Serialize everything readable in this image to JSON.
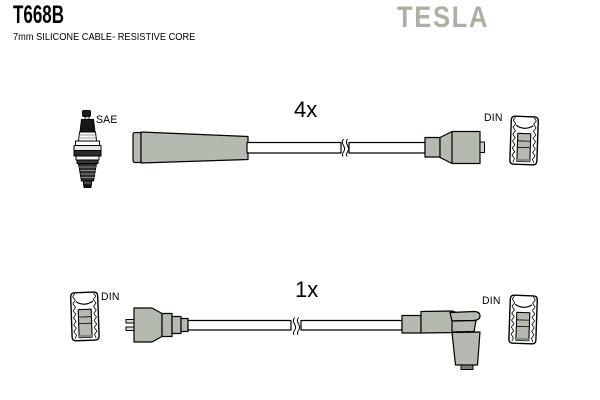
{
  "header": {
    "title": "T668B",
    "subtitle": "7mm SILICONE CABLE- RESISTIVE CORE",
    "brand": "TESLA"
  },
  "colors": {
    "paper": "#ffffff",
    "ink": "#000000",
    "boot": "#b4bab0",
    "logo": "#a9b1a2"
  },
  "icons": {
    "spark_plug": "spark-plug-icon",
    "din_terminal": "din-terminal-icon",
    "cable_break": "cable-break-mark"
  },
  "diagrams": {
    "top": {
      "quantity_label": "4x",
      "left_connector_label": "SAE",
      "right_connector_label": "DIN"
    },
    "bottom": {
      "quantity_label": "1x",
      "left_connector_label": "DIN",
      "right_connector_label": "DIN"
    }
  }
}
